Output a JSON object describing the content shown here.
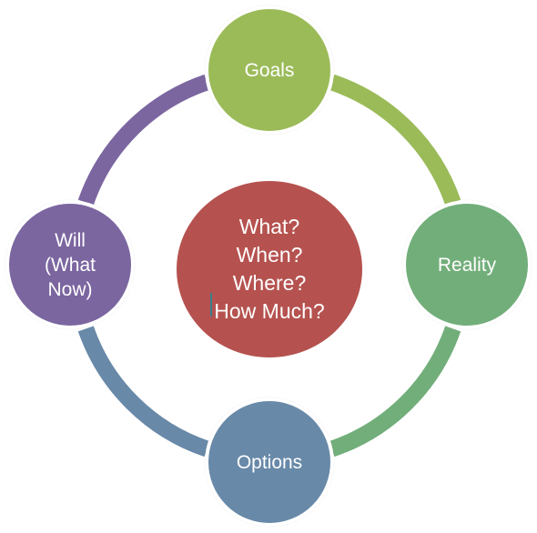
{
  "diagram": {
    "center": {
      "text": "What?\nWhen?\nWhere?\nHow Much?",
      "color": "#b5524f"
    },
    "nodes": [
      {
        "id": "goals",
        "label": "Goals",
        "color": "#9bbb59"
      },
      {
        "id": "reality",
        "label": "Reality",
        "color": "#72ae7a"
      },
      {
        "id": "options",
        "label": "Options",
        "color": "#6889a8"
      },
      {
        "id": "will",
        "label": "Will\n(What\nNow)",
        "color": "#7b66a0"
      }
    ],
    "arc_colors": {
      "goals_to_reality": "#9bbb59",
      "reality_to_options": "#72ae7a",
      "options_to_will": "#6889a8",
      "will_to_goals": "#7b66a0"
    }
  }
}
